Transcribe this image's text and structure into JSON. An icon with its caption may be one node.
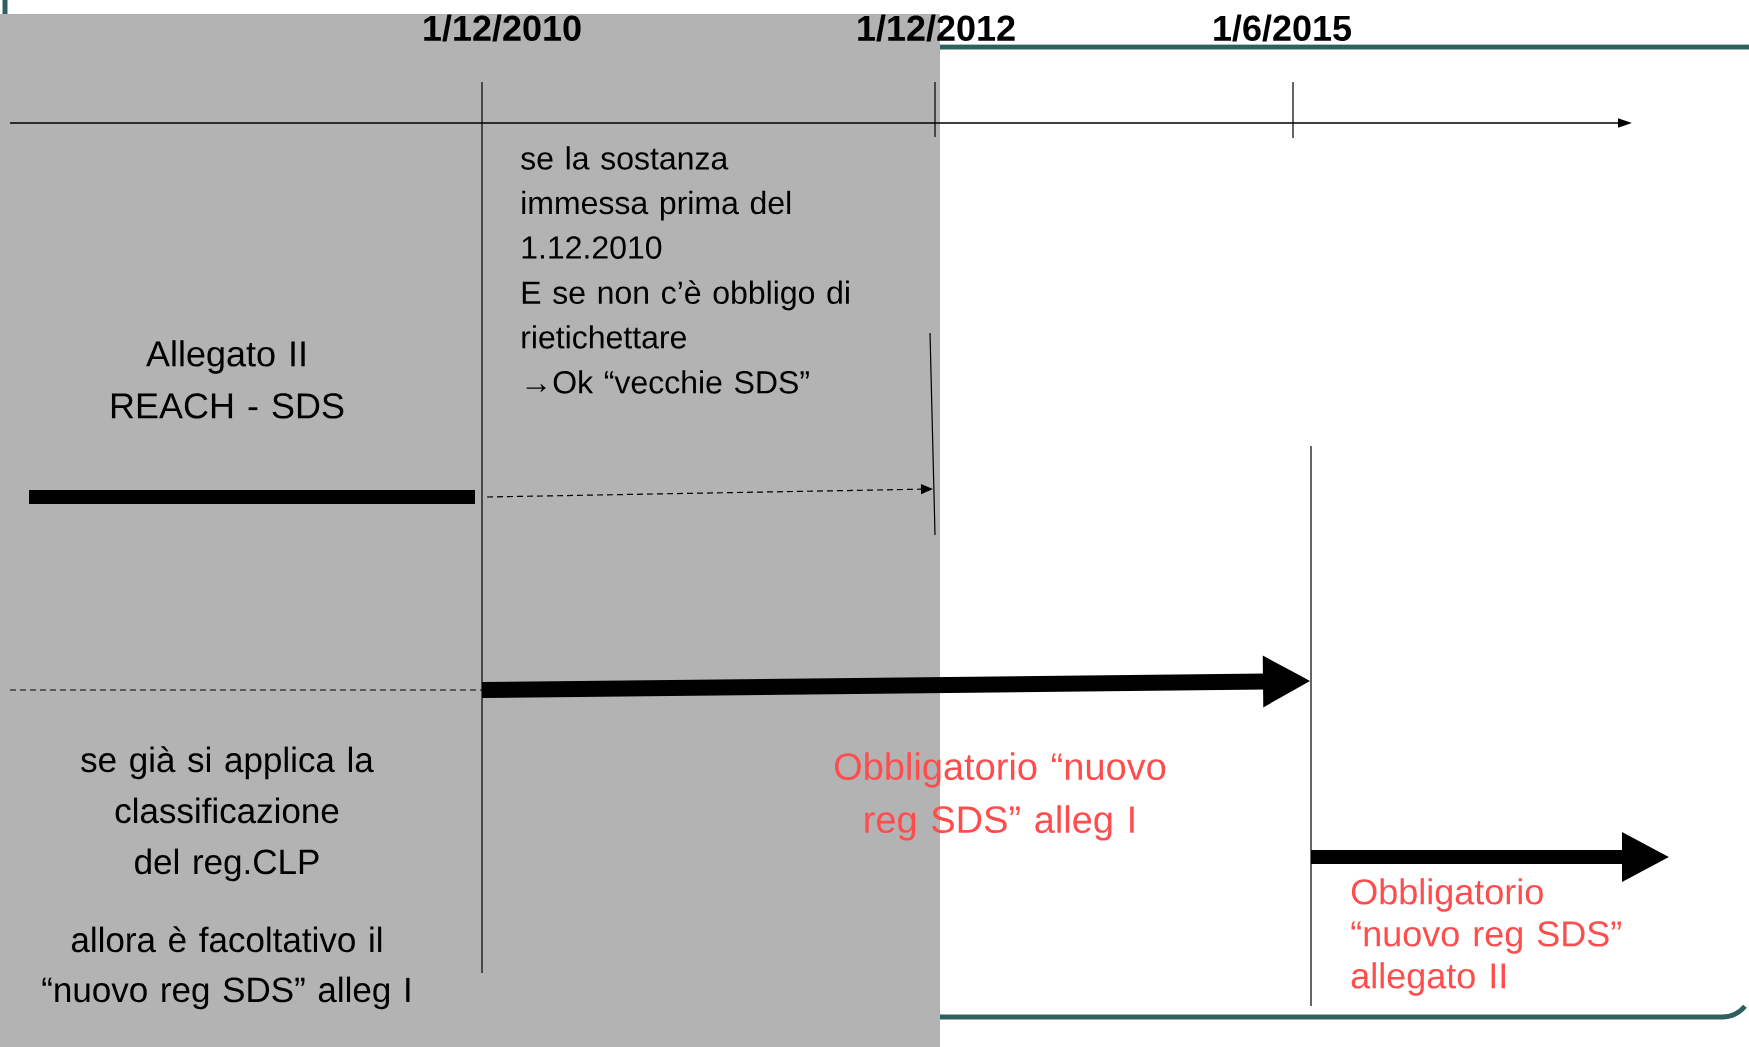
{
  "diagram": {
    "labels": [
      "1/12/2010",
      "1/12/2012",
      "1/6/2015",
      "se la sostanza immessa prima del 1.12.2010",
      "E se non c’è obbligo di rietichettare",
      "→Ok “vecchie SDS”",
      "Allegato II REACH - SDS",
      "se già si applica la classificazione del reg.CLP",
      "Obbligatorio “nuovo reg SDS” alleg I",
      "allora è facoltativo il “nuovo reg SDS” alleg I",
      "Obbligatorio “nuovo reg SDS” allegato II"
    ]
  }
}
